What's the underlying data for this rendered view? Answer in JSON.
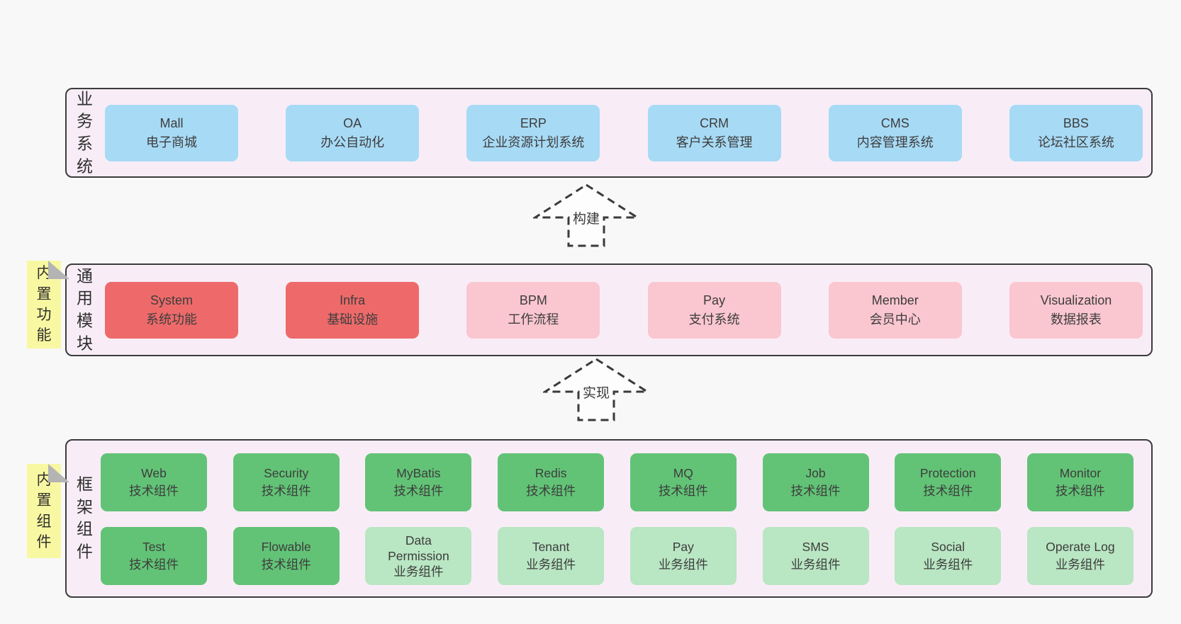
{
  "colors": {
    "page_background": "#f8f8f8",
    "layer_background": "#f8edf7",
    "layer_border": "#3b3b3b",
    "box_blue": "#a7daf5",
    "box_red": "#ee6a6a",
    "box_pink": "#fac6d0",
    "box_green_dark": "#62c376",
    "box_green_light": "#b9e6c3",
    "sticky_yellow": "#f9f8a2",
    "sticky_fold_gray": "#b4b4b4",
    "text": "#3d3d3d"
  },
  "layers": [
    {
      "label": "业务系统",
      "boxes": [
        {
          "name": "Mall",
          "desc": "电子商城"
        },
        {
          "name": "OA",
          "desc": "办公自动化"
        },
        {
          "name": "ERP",
          "desc": "企业资源计划系统"
        },
        {
          "name": "CRM",
          "desc": "客户关系管理"
        },
        {
          "name": "CMS",
          "desc": "内容管理系统"
        },
        {
          "name": "BBS",
          "desc": "论坛社区系统"
        }
      ]
    },
    {
      "label": "通用模块",
      "sticky": "内置功能",
      "boxes": [
        {
          "name": "System",
          "desc": "系统功能"
        },
        {
          "name": "Infra",
          "desc": "基础设施"
        },
        {
          "name": "BPM",
          "desc": "工作流程"
        },
        {
          "name": "Pay",
          "desc": "支付系统"
        },
        {
          "name": "Member",
          "desc": "会员中心"
        },
        {
          "name": "Visualization",
          "desc": "数据报表"
        }
      ]
    },
    {
      "label": "框架组件",
      "sticky": "内置组件",
      "rows": [
        [
          {
            "name": "Web",
            "desc": "技术组件"
          },
          {
            "name": "Security",
            "desc": "技术组件"
          },
          {
            "name": "MyBatis",
            "desc": "技术组件"
          },
          {
            "name": "Redis",
            "desc": "技术组件"
          },
          {
            "name": "MQ",
            "desc": "技术组件"
          },
          {
            "name": "Job",
            "desc": "技术组件"
          },
          {
            "name": "Protection",
            "desc": "技术组件"
          },
          {
            "name": "Monitor",
            "desc": "技术组件"
          }
        ],
        [
          {
            "name": "Test",
            "desc": "技术组件"
          },
          {
            "name": "Flowable",
            "desc": "技术组件"
          },
          {
            "name": "Data Permission",
            "desc": "业务组件"
          },
          {
            "name": "Tenant",
            "desc": "业务组件"
          },
          {
            "name": "Pay",
            "desc": "业务组件"
          },
          {
            "name": "SMS",
            "desc": "业务组件"
          },
          {
            "name": "Social",
            "desc": "业务组件"
          },
          {
            "name": "Operate Log",
            "desc": "业务组件"
          }
        ]
      ]
    }
  ],
  "arrows": [
    {
      "label": "构建"
    },
    {
      "label": "实现"
    }
  ]
}
